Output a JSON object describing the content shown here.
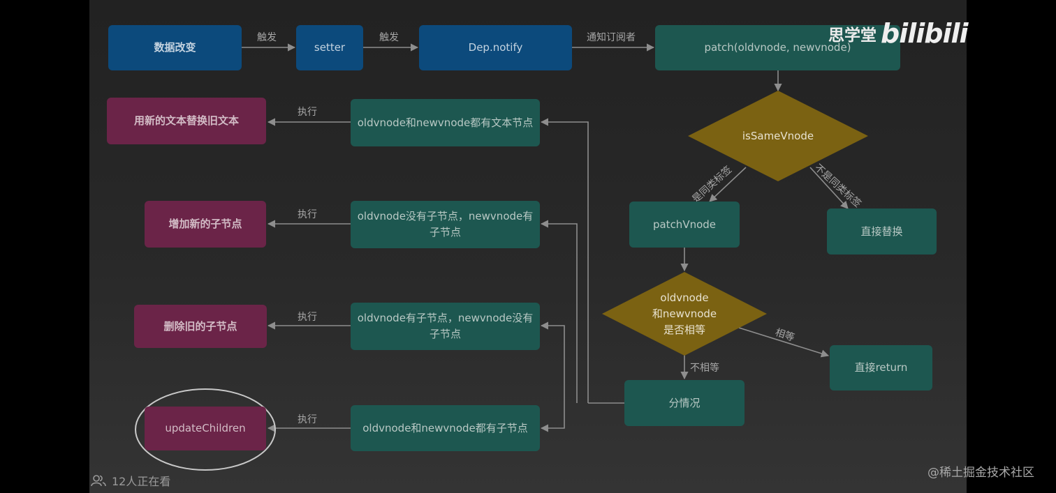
{
  "nodes": {
    "data_change": "数据改变",
    "setter": "setter",
    "dep_notify": "Dep.notify",
    "patch": "patch(oldvnode, newvnode)",
    "is_same_vnode": "isSameVnode",
    "patch_vnode": "patchVnode",
    "replace": "直接替换",
    "equal_check": "oldvnode\n和newvnode\n是否相等",
    "direct_return": "直接return",
    "cases": "分情况",
    "case_text": "oldvnode和newvnode都有文本节点",
    "case_add": "oldvnode没有子节点，newvnode有子节点",
    "case_remove": "oldvnode有子节点，newvnode没有子节点",
    "case_both": "oldvnode和newvnode都有子节点",
    "act_text": "用新的文本替换旧文本",
    "act_add": "增加新的子节点",
    "act_remove": "删除旧的子节点",
    "act_update": "updateChildren"
  },
  "labels": {
    "trigger1": "触发",
    "trigger2": "触发",
    "notify_subs": "通知订阅者",
    "same_tag": "是同类标签",
    "diff_tag": "不是同类标签",
    "equal": "相等",
    "not_equal": "不相等",
    "exec1": "执行",
    "exec2": "执行",
    "exec3": "执行",
    "exec4": "执行"
  },
  "brand": {
    "cn": "思学堂",
    "logo": "bilibili"
  },
  "viewers": "12人正在看",
  "watermark": "@稀土掘金技术社区",
  "colors": {
    "blue": "#0c4a7c",
    "teal": "#1d5750",
    "pink": "#6b2448",
    "gold": "#7b6212",
    "edge": "#8e8e8e"
  }
}
